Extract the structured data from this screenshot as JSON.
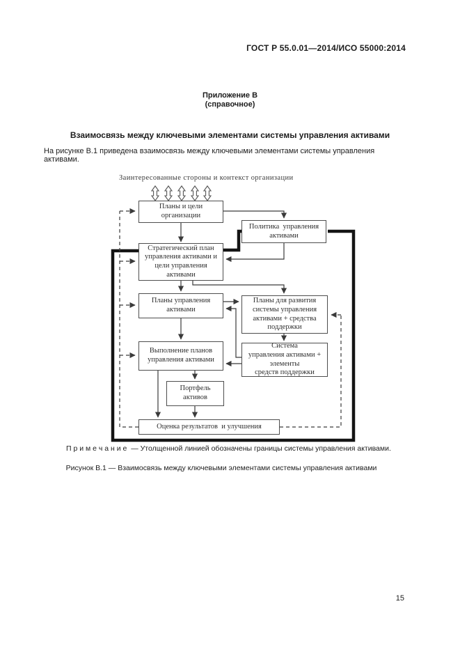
{
  "header": {
    "title": "ГОСТ Р 55.0.01—2014/ИСО 55000:2014"
  },
  "annex": {
    "label": "Приложение В",
    "type": "(справочное)"
  },
  "section": {
    "title": "Взаимосвязь между ключевыми элементами системы управления активами",
    "intro": "На рисунке В.1 приведена взаимосвязь между ключевыми элементами системы управления активами."
  },
  "diagram": {
    "context_label": "Заинтересованные стороны и контекст организации",
    "boxes": {
      "org_plans": "Планы и цели\nорганизации",
      "am_policy": "Политика  управления\nактивами",
      "samp": "Стратегический план\nуправления активами и\nцели управления\nактивами",
      "am_plans": "Планы управления\nактивами",
      "dev_plans": "Планы для развития\nсистемы управления\nактивами + средства\nподдержки",
      "plan_implementation": "Выполнение планов\nуправления активами",
      "ams_elements": "Система\nуправления активами +\nэлементы\nсредств поддержки",
      "asset_portfolio": "Портфель\nактивов",
      "evaluation": "Оценка результатов  и улучшения"
    },
    "colors": {
      "line": "#3a3a3a",
      "boundary": "#141414",
      "box_border": "#4d4d4d"
    }
  },
  "note": "П р и м е ч а н и е  — Утолщенной линией обозначены границы системы управления активами.",
  "figure_caption": "Рисунок В.1 — Взаимосвязь между ключевыми элементами системы управления активами",
  "page_number": "15"
}
